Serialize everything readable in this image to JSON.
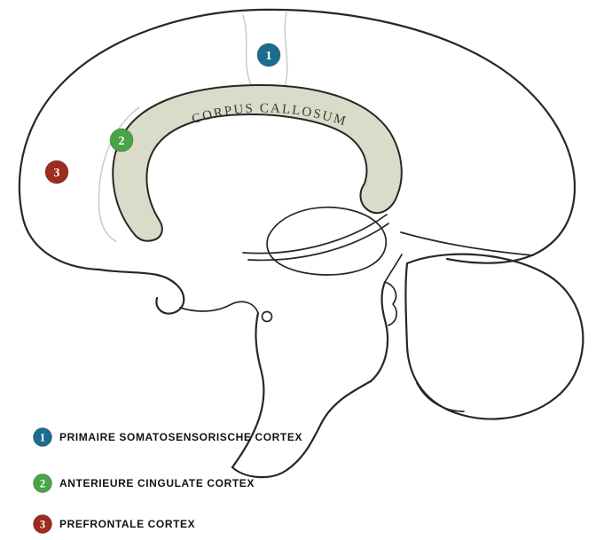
{
  "diagram": {
    "corpus_callosum_label": "CORPUS CALLOSUM"
  },
  "legend": {
    "items": [
      {
        "number": "1",
        "label": "PRIMAIRE SOMATOSENSORISCHE CORTEX",
        "color": "#1d6b8e"
      },
      {
        "number": "2",
        "label": "ANTERIEURE CINGULATE CORTEX",
        "color": "#4aa447"
      },
      {
        "number": "3",
        "label": "PREFRONTALE CORTEX",
        "color": "#9c2c1d"
      }
    ]
  },
  "colors": {
    "outline": "#2b2526",
    "faint_line": "#c7c7c7",
    "corpus_callosum_fill": "#dadcc9",
    "background": "#ffffff",
    "label_text": "#3a3a3a"
  }
}
